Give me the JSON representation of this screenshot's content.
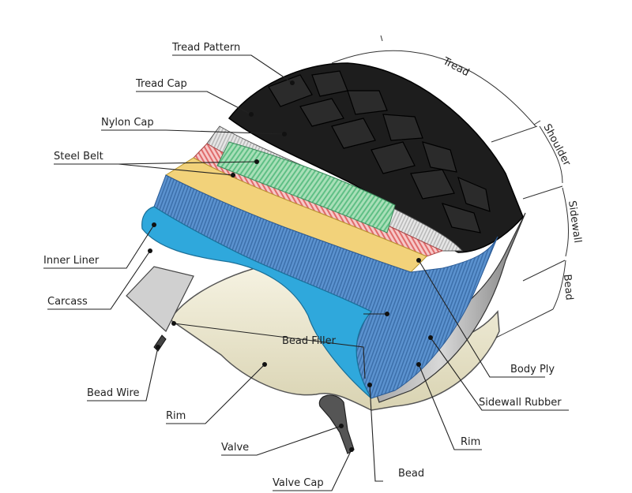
{
  "labels": {
    "tread_pattern": "Tread Pattern",
    "tread_cap": "Tread Cap",
    "nylon_cap": "Nylon Cap",
    "steel_belt": "Steel Belt",
    "inner_liner": "Inner Liner",
    "carcass": "Carcass",
    "bead_filler": "Bead Filler",
    "bead_wire": "Bead Wire",
    "rim_left": "Rim",
    "valve": "Valve",
    "valve_cap": "Valve Cap",
    "bead": "Bead",
    "rim_right": "Rim",
    "body_ply": "Body Ply",
    "sidewall_rubber": "Sidewall Rubber"
  },
  "zones": {
    "tread": "Tread",
    "shoulder": "Shoulder",
    "sidewall": "Sidewall",
    "bead": "Bead"
  },
  "colors": {
    "inner_liner": "#2fa8dc",
    "carcass_ply": "#4f86c6",
    "yellow_ply": "#f2d27a",
    "steel_belt": "#e98a8a",
    "nylon_cap": "#d9d9d9",
    "steel_wire_green": "#8fd4a6",
    "tread_rubber": "#1b1b1b",
    "rim": "#ece7cf"
  }
}
